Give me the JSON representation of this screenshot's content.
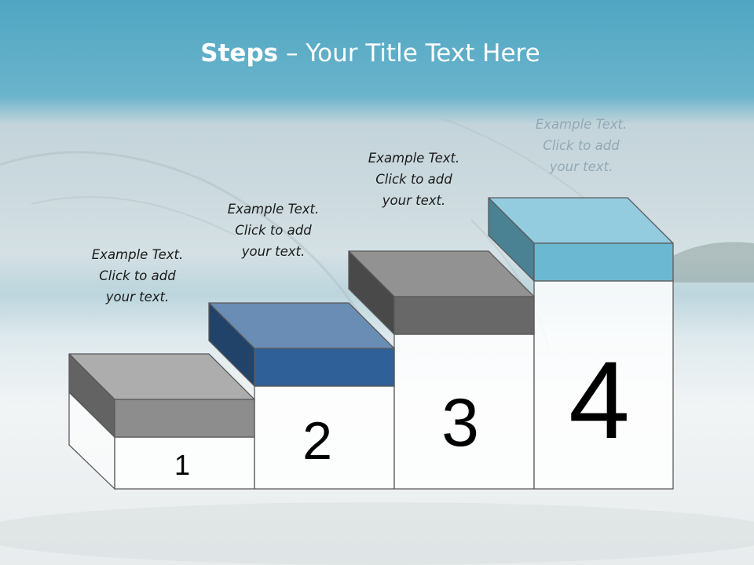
{
  "title": {
    "bold": "Steps",
    "rest": " – Your Title Text Here"
  },
  "steps": [
    {
      "number": "1",
      "caption": "Example Text.\nClick  to add\nyour text.",
      "color": "#8d8d8d"
    },
    {
      "number": "2",
      "caption": "Example Text.\nClick  to add\nyour text.",
      "color": "#2f6097"
    },
    {
      "number": "3",
      "caption": "Example Text.\nClick  to add\nyour text.",
      "color": "#686868"
    },
    {
      "number": "4",
      "caption": "Example Text.\nClick  to add\nyour text.",
      "color": "#6ab8d2"
    }
  ],
  "colors": {
    "header": "#58a9c4",
    "sky": "#c4d6dc",
    "sand": "#f2f4f5",
    "outline": "#5a5a5a"
  }
}
